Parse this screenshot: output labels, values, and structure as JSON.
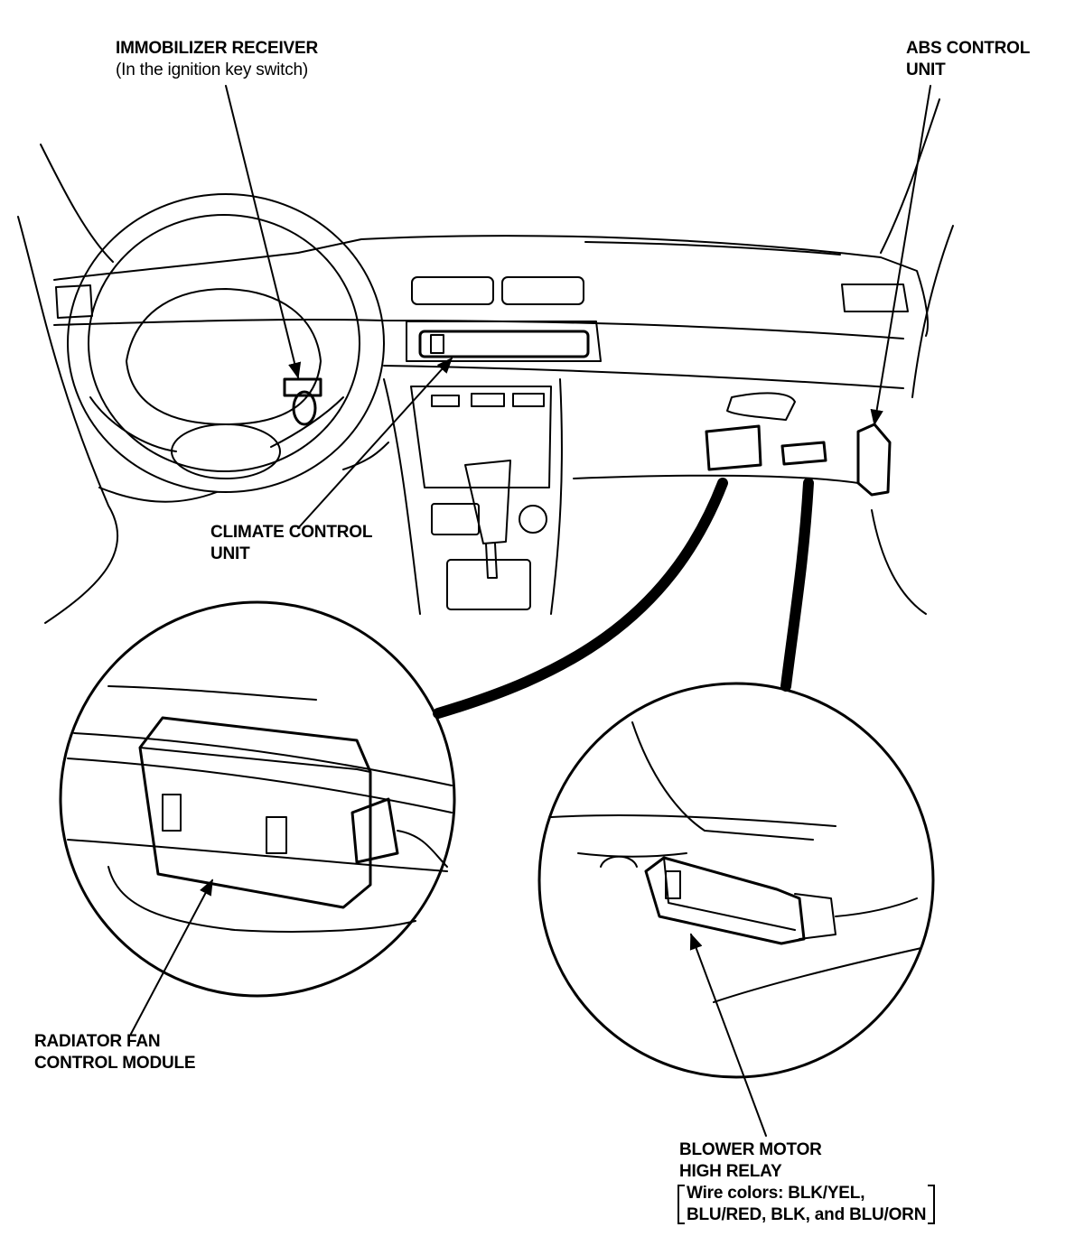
{
  "labels": {
    "immobilizer": {
      "title": "IMMOBILIZER RECEIVER",
      "note": "(In the ignition key switch)"
    },
    "abs": {
      "line1": "ABS CONTROL",
      "line2": "UNIT"
    },
    "climate": {
      "line1": "CLIMATE CONTROL",
      "line2": "UNIT"
    },
    "radiator": {
      "line1": "RADIATOR FAN",
      "line2": "CONTROL MODULE"
    },
    "blower": {
      "line1": "BLOWER MOTOR",
      "line2": "HIGH RELAY",
      "wire1": "Wire colors: BLK/YEL,",
      "wire2": "BLU/RED, BLK, and BLU/ORN"
    }
  },
  "colors": {
    "ink": "#000000",
    "paper": "#ffffff"
  }
}
